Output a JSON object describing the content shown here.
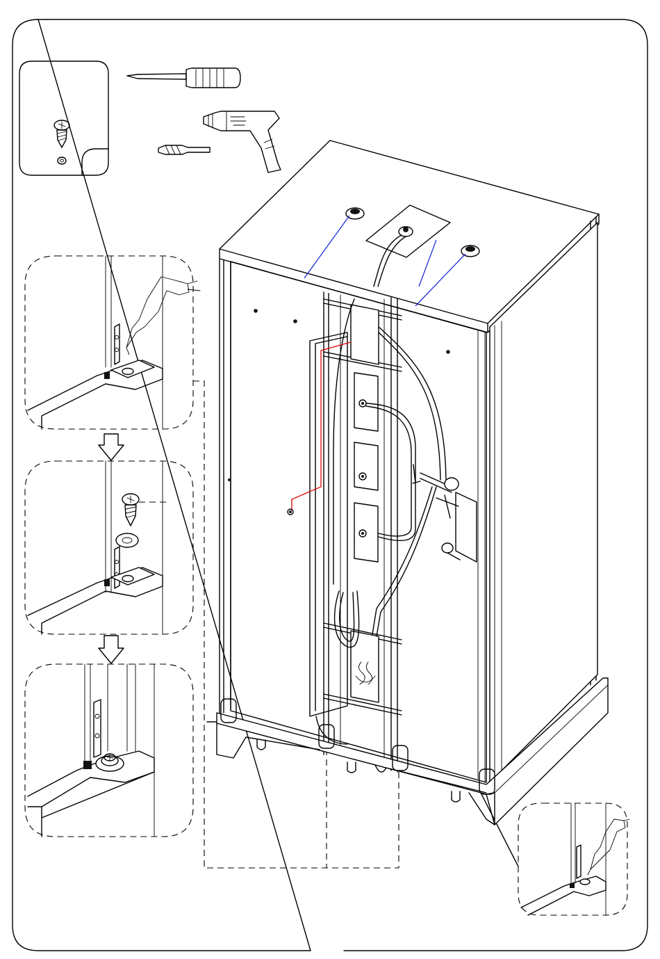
{
  "page": {
    "description_text": ""
  },
  "icons": {
    "tools": [
      "screwdriver-icon",
      "drill-icon",
      "drill-bit-icon"
    ],
    "hardware": [
      "screw-icon",
      "washer-icon"
    ],
    "arrows": [
      "arrow-down-icon",
      "arrow-down-icon"
    ]
  },
  "colors": {
    "outline": "#000000",
    "leader_line_blue": "#1f2fd6",
    "wire_red": "#e00000",
    "background": "#ffffff"
  },
  "steps": [
    {
      "id": "detail-drill"
    },
    {
      "id": "detail-screw-and-washer"
    },
    {
      "id": "detail-fastened"
    },
    {
      "id": "detail-corner-drill"
    }
  ]
}
